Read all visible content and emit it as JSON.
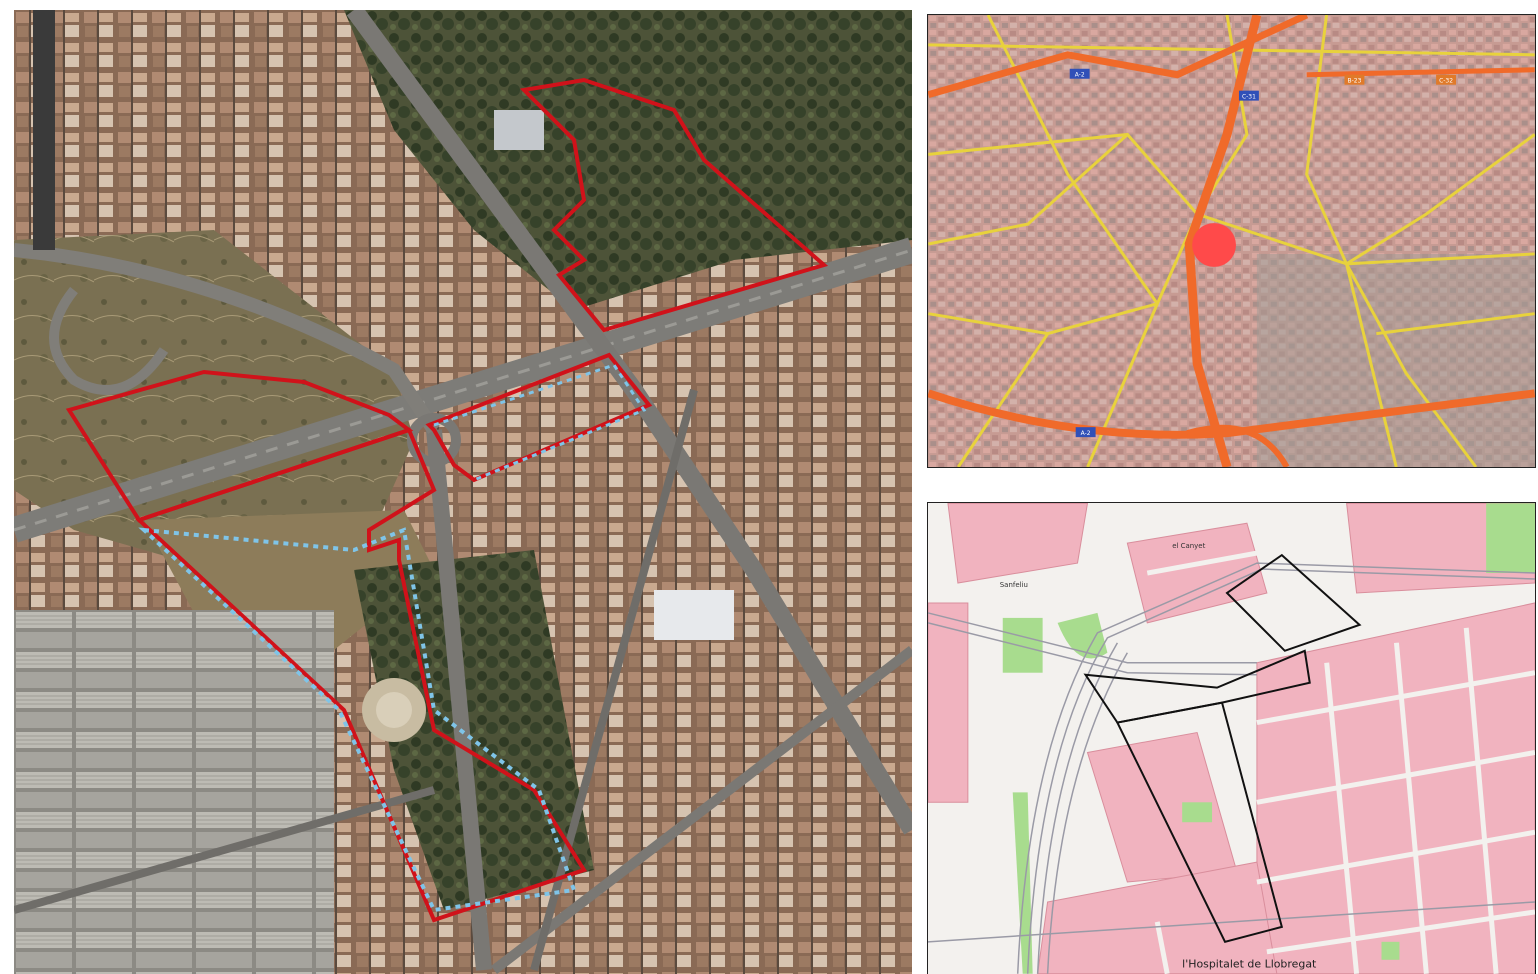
{
  "overview_map": {
    "road_signs": [
      "A-2",
      "C-31",
      "B-23",
      "C-32",
      "A-2"
    ]
  },
  "plan_map": {
    "labels": {
      "el_canyet": "el Canyet",
      "sanfeliu": "Sanfeliu",
      "city_name": "l'Hospitalet de Llobregat"
    }
  },
  "colors": {
    "boundary_red": "#d0121a",
    "boundary_blue_dotted": "#7fc4e8",
    "location_dot": "#ff4a4a",
    "plan_buildings": "#f1b3bf",
    "plan_green": "#a8dc8e",
    "overview_roads_yellow": "#e8d23c",
    "overview_roads_orange": "#f06a2a"
  }
}
